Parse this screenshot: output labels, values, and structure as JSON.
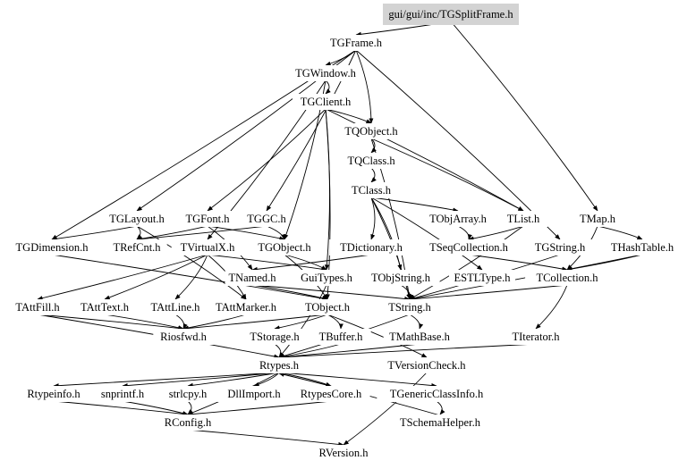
{
  "root": "gui/gui/inc/TGSplitFrame.h",
  "nodes": [
    "gui/gui/inc/TGSplitFrame.h",
    "TGFrame.h",
    "TGWindow.h",
    "TGClient.h",
    "TQObject.h",
    "TQClass.h",
    "TClass.h",
    "TGLayout.h",
    "TGFont.h",
    "TGGC.h",
    "TObjArray.h",
    "TList.h",
    "TMap.h",
    "TGDimension.h",
    "TRefCnt.h",
    "TVirtualX.h",
    "TGObject.h",
    "TDictionary.h",
    "TSeqCollection.h",
    "TGString.h",
    "THashTable.h",
    "TNamed.h",
    "GuiTypes.h",
    "TObjString.h",
    "ESTLType.h",
    "TCollection.h",
    "TAttFill.h",
    "TAttText.h",
    "TAttLine.h",
    "TAttMarker.h",
    "TObject.h",
    "TString.h",
    "Riosfwd.h",
    "TStorage.h",
    "TBuffer.h",
    "TMathBase.h",
    "TIterator.h",
    "Rtypes.h",
    "TVersionCheck.h",
    "Rtypeinfo.h",
    "snprintf.h",
    "strlcpy.h",
    "DllImport.h",
    "RtypesCore.h",
    "TGenericClassInfo.h",
    "RConfig.h",
    "TSchemaHelper.h",
    "RVersion.h"
  ],
  "edges": [
    [
      "gui/gui/inc/TGSplitFrame.h",
      "TGFrame.h"
    ],
    [
      "gui/gui/inc/TGSplitFrame.h",
      "TMap.h"
    ],
    [
      "TGFrame.h",
      "TGWindow.h"
    ],
    [
      "TGFrame.h",
      "TQObject.h"
    ],
    [
      "TGFrame.h",
      "TGDimension.h"
    ],
    [
      "TGFrame.h",
      "TGLayout.h"
    ],
    [
      "TGFrame.h",
      "TGString.h"
    ],
    [
      "TGFrame.h",
      "TGGC.h"
    ],
    [
      "TGWindow.h",
      "TGClient.h"
    ],
    [
      "TGWindow.h",
      "TGObject.h"
    ],
    [
      "TGWindow.h",
      "TVirtualX.h"
    ],
    [
      "TGClient.h",
      "TQObject.h"
    ],
    [
      "TGClient.h",
      "TGFont.h"
    ],
    [
      "TGClient.h",
      "TList.h"
    ],
    [
      "TGClient.h",
      "GuiTypes.h"
    ],
    [
      "TGClient.h",
      "TObject.h"
    ],
    [
      "TQObject.h",
      "TQClass.h"
    ],
    [
      "TQObject.h",
      "TString.h"
    ],
    [
      "TQObject.h",
      "TList.h"
    ],
    [
      "TQClass.h",
      "TClass.h"
    ],
    [
      "TClass.h",
      "TDictionary.h"
    ],
    [
      "TClass.h",
      "TObjArray.h"
    ],
    [
      "TClass.h",
      "TObjString.h"
    ],
    [
      "TClass.h",
      "ESTLType.h"
    ],
    [
      "TClass.h",
      "TString.h"
    ],
    [
      "TGLayout.h",
      "TGDimension.h"
    ],
    [
      "TGLayout.h",
      "TRefCnt.h"
    ],
    [
      "TGLayout.h",
      "TAttMarker.h"
    ],
    [
      "TGFont.h",
      "TGObject.h"
    ],
    [
      "TGFont.h",
      "TRefCnt.h"
    ],
    [
      "TGFont.h",
      "TNamed.h"
    ],
    [
      "TGGC.h",
      "TGObject.h"
    ],
    [
      "TGGC.h",
      "TRefCnt.h"
    ],
    [
      "TObjArray.h",
      "TSeqCollection.h"
    ],
    [
      "TList.h",
      "TSeqCollection.h"
    ],
    [
      "TList.h",
      "TString.h"
    ],
    [
      "TMap.h",
      "TCollection.h"
    ],
    [
      "TMap.h",
      "THashTable.h"
    ],
    [
      "THashTable.h",
      "TCollection.h"
    ],
    [
      "THashTable.h",
      "TString.h"
    ],
    [
      "TGDimension.h",
      "TObject.h"
    ],
    [
      "TVirtualX.h",
      "TAttFill.h"
    ],
    [
      "TVirtualX.h",
      "TAttLine.h"
    ],
    [
      "TVirtualX.h",
      "TAttMarker.h"
    ],
    [
      "TVirtualX.h",
      "TAttText.h"
    ],
    [
      "TVirtualX.h",
      "GuiTypes.h"
    ],
    [
      "TGObject.h",
      "TObject.h"
    ],
    [
      "TGObject.h",
      "GuiTypes.h"
    ],
    [
      "TDictionary.h",
      "TNamed.h"
    ],
    [
      "TSeqCollection.h",
      "TCollection.h"
    ],
    [
      "TGString.h",
      "TString.h"
    ],
    [
      "TNamed.h",
      "TObject.h"
    ],
    [
      "TNamed.h",
      "TString.h"
    ],
    [
      "GuiTypes.h",
      "Rtypes.h"
    ],
    [
      "TObjString.h",
      "TString.h"
    ],
    [
      "TCollection.h",
      "TString.h"
    ],
    [
      "TCollection.h",
      "TIterator.h"
    ],
    [
      "TAttFill.h",
      "Riosfwd.h"
    ],
    [
      "TAttFill.h",
      "Rtypes.h"
    ],
    [
      "TAttText.h",
      "Riosfwd.h"
    ],
    [
      "TAttLine.h",
      "Riosfwd.h"
    ],
    [
      "TAttMarker.h",
      "Riosfwd.h"
    ],
    [
      "TObject.h",
      "Riosfwd.h"
    ],
    [
      "TObject.h",
      "TStorage.h"
    ],
    [
      "TObject.h",
      "TBuffer.h"
    ],
    [
      "TObject.h",
      "TVersionCheck.h"
    ],
    [
      "TString.h",
      "TMathBase.h"
    ],
    [
      "TString.h",
      "Rtypes.h"
    ],
    [
      "TStorage.h",
      "Rtypes.h"
    ],
    [
      "TBuffer.h",
      "Rtypes.h"
    ],
    [
      "TMathBase.h",
      "Rtypes.h"
    ],
    [
      "TIterator.h",
      "Rtypes.h"
    ],
    [
      "TVersionCheck.h",
      "RVersion.h"
    ],
    [
      "Rtypes.h",
      "Rtypeinfo.h"
    ],
    [
      "Rtypes.h",
      "snprintf.h"
    ],
    [
      "Rtypes.h",
      "strlcpy.h"
    ],
    [
      "Rtypes.h",
      "DllImport.h"
    ],
    [
      "Rtypes.h",
      "RtypesCore.h"
    ],
    [
      "Rtypes.h",
      "TGenericClassInfo.h"
    ],
    [
      "Rtypes.h",
      "RConfig.h"
    ],
    [
      "Rtypeinfo.h",
      "RConfig.h"
    ],
    [
      "snprintf.h",
      "RConfig.h"
    ],
    [
      "strlcpy.h",
      "RConfig.h"
    ],
    [
      "RtypesCore.h",
      "RConfig.h"
    ],
    [
      "TGenericClassInfo.h",
      "TSchemaHelper.h"
    ],
    [
      "TSchemaHelper.h",
      "Rtypes.h"
    ],
    [
      "RConfig.h",
      "RVersion.h"
    ]
  ],
  "colors": {
    "root_fill": "#d3d3d3",
    "edge": "#000000"
  }
}
